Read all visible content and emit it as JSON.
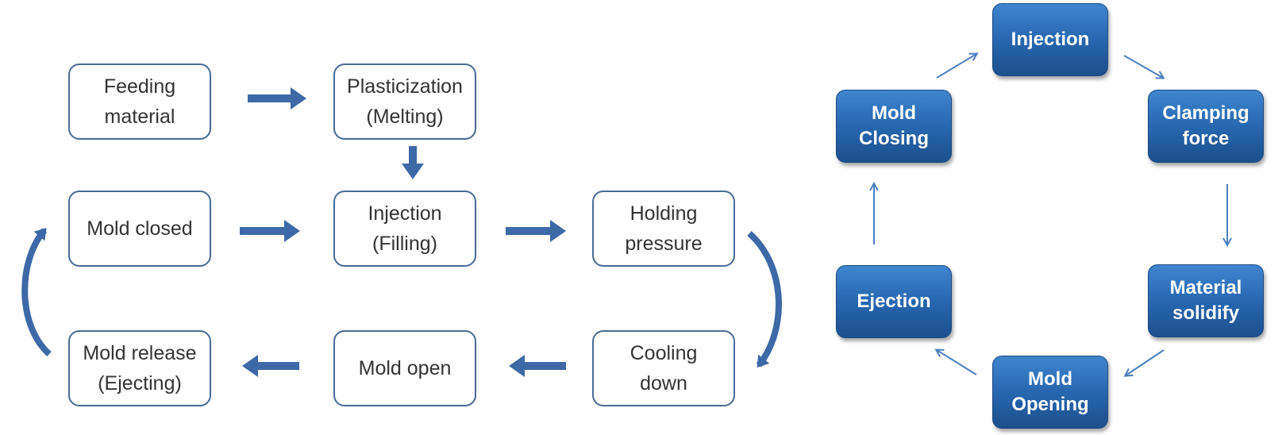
{
  "colors": {
    "flow_border": "#4a6b95",
    "flow_arrow": "#3d69a6",
    "cycle_fill": "#2a6bb4",
    "cycle_arrow": "#4d7fbf",
    "cycle_text": "#ffffff"
  },
  "process_flow": {
    "steps": [
      {
        "id": "feeding",
        "lines": [
          "Feeding",
          "material"
        ]
      },
      {
        "id": "plasticization",
        "lines": [
          "Plasticization",
          "(Melting)"
        ]
      },
      {
        "id": "mold-closed",
        "lines": [
          "Mold closed"
        ]
      },
      {
        "id": "injection",
        "lines": [
          "Injection",
          "(Filling)"
        ]
      },
      {
        "id": "holding",
        "lines": [
          "Holding",
          "pressure"
        ]
      },
      {
        "id": "mold-release",
        "lines": [
          "Mold release",
          "(Ejecting)"
        ]
      },
      {
        "id": "mold-open",
        "lines": [
          "Mold open"
        ]
      },
      {
        "id": "cooling",
        "lines": [
          "Cooling",
          "down"
        ]
      }
    ]
  },
  "cycle": {
    "steps": [
      {
        "id": "injection",
        "lines": [
          "Injection"
        ]
      },
      {
        "id": "clamping-force",
        "lines": [
          "Clamping",
          "force"
        ]
      },
      {
        "id": "material-solidify",
        "lines": [
          "Material",
          "solidify"
        ]
      },
      {
        "id": "mold-opening",
        "lines": [
          "Mold",
          "Opening"
        ]
      },
      {
        "id": "ejection",
        "lines": [
          "Ejection"
        ]
      },
      {
        "id": "mold-closing",
        "lines": [
          "Mold",
          "Closing"
        ]
      }
    ]
  }
}
